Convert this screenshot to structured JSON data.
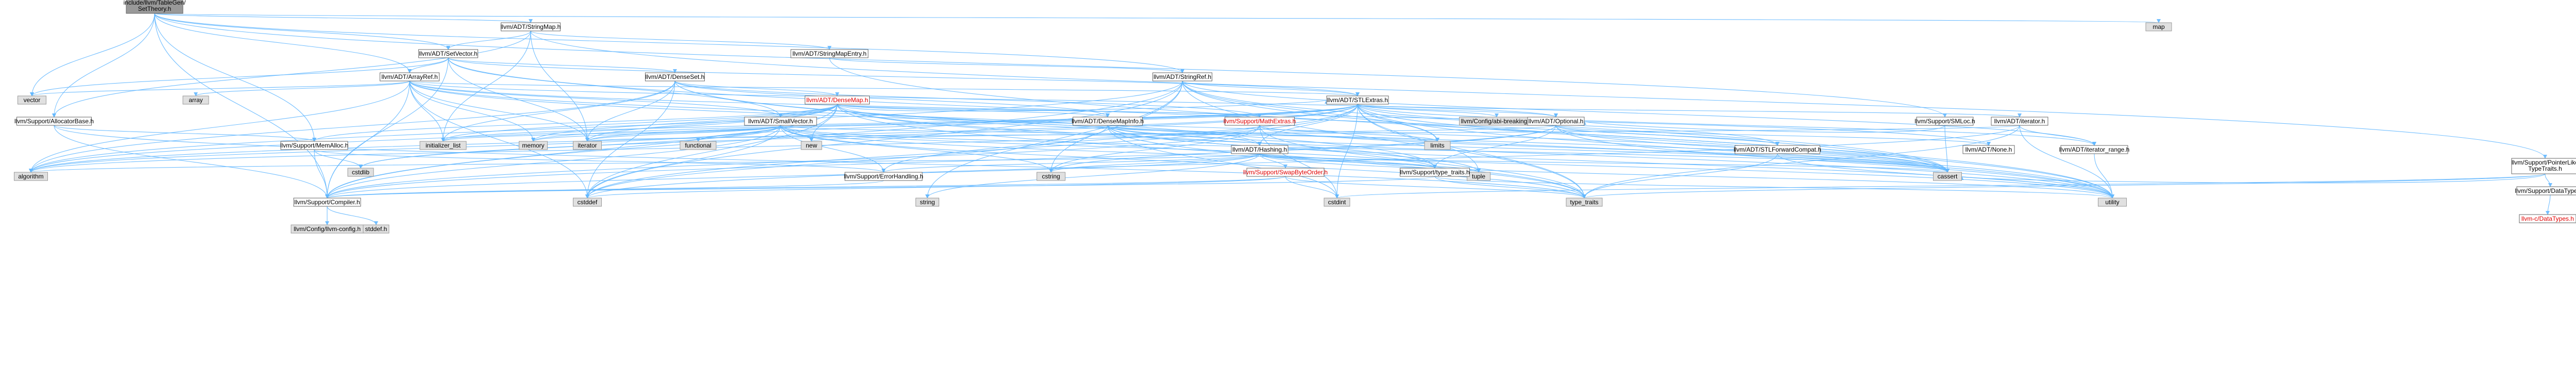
{
  "graph": {
    "root": "include/llvm/TableGen/SetTheory.h",
    "nodes": {
      "root": "include/llvm/TableGen/SetTheory.h",
      "stringmap": "llvm/ADT/StringMap.h",
      "setvector": "llvm/ADT/SetVector.h",
      "arrayref": "llvm/ADT/ArrayRef.h",
      "densemap": "llvm/ADT/DenseMap.h",
      "denseset": "llvm/ADT/DenseSet.h",
      "stringmapentry": "llvm/ADT/StringMapEntry.h",
      "stringref": "llvm/ADT/StringRef.h",
      "stlextras": "llvm/ADT/STLExtras.h",
      "allocatorbase": "llvm/Support/AllocatorBase.h",
      "smallvector": "llvm/ADT/SmallVector.h",
      "densemapinfo": "llvm/ADT/DenseMapInfo.h",
      "mathextras": "llvm/Support/MathExtras.h",
      "optional": "llvm/ADT/Optional.h",
      "smloc": "llvm/Support/SMLoc.h",
      "iterator": "llvm/ADT/iterator.h",
      "memalloc": "llvm/Support/MemAlloc.h",
      "hashing": "llvm/ADT/Hashing.h",
      "none": "llvm/ADT/None.h",
      "stlforward": "llvm/ADT/STLForwardCompat.h",
      "iterrange": "llvm/ADT/iterator_range.h",
      "pointerlike": "llvm/Support/PointerLikeTypeTraits.h",
      "errorhandling": "llvm/Support/ErrorHandling.h",
      "swapbyteorder": "llvm/Support/SwapByteOrder.h",
      "typetraits": "llvm/Support/type_traits.h",
      "datatypes": "llvm/Support/DataTypes.h",
      "compiler": "llvm/Support/Compiler.h",
      "cdatatypes": "llvm-c/DataTypes.h",
      "configabi": "llvm/Config/abi-breaking.h",
      "llvmconfig": "llvm/Config/llvm-config.h",
      "map": "map",
      "vector": "vector",
      "array": "array",
      "memory": "memory",
      "iterator_h": "iterator",
      "initializer_list": "initializer_list",
      "functional": "functional",
      "new": "new",
      "limits": "limits",
      "algorithm": "algorithm",
      "cstdlib": "cstdlib",
      "cstring": "cstring",
      "cassert": "cassert",
      "tuple": "tuple",
      "cstddef": "cstddef",
      "cstdint": "cstdint",
      "string": "string",
      "type_traits": "type_traits",
      "utility": "utility",
      "stddef": "stddef.h"
    }
  },
  "colors": {
    "edge": "#63b8ff",
    "root_fill": "#999999",
    "ext_fill": "#e0e0e0",
    "broken_text": "#e00000"
  }
}
